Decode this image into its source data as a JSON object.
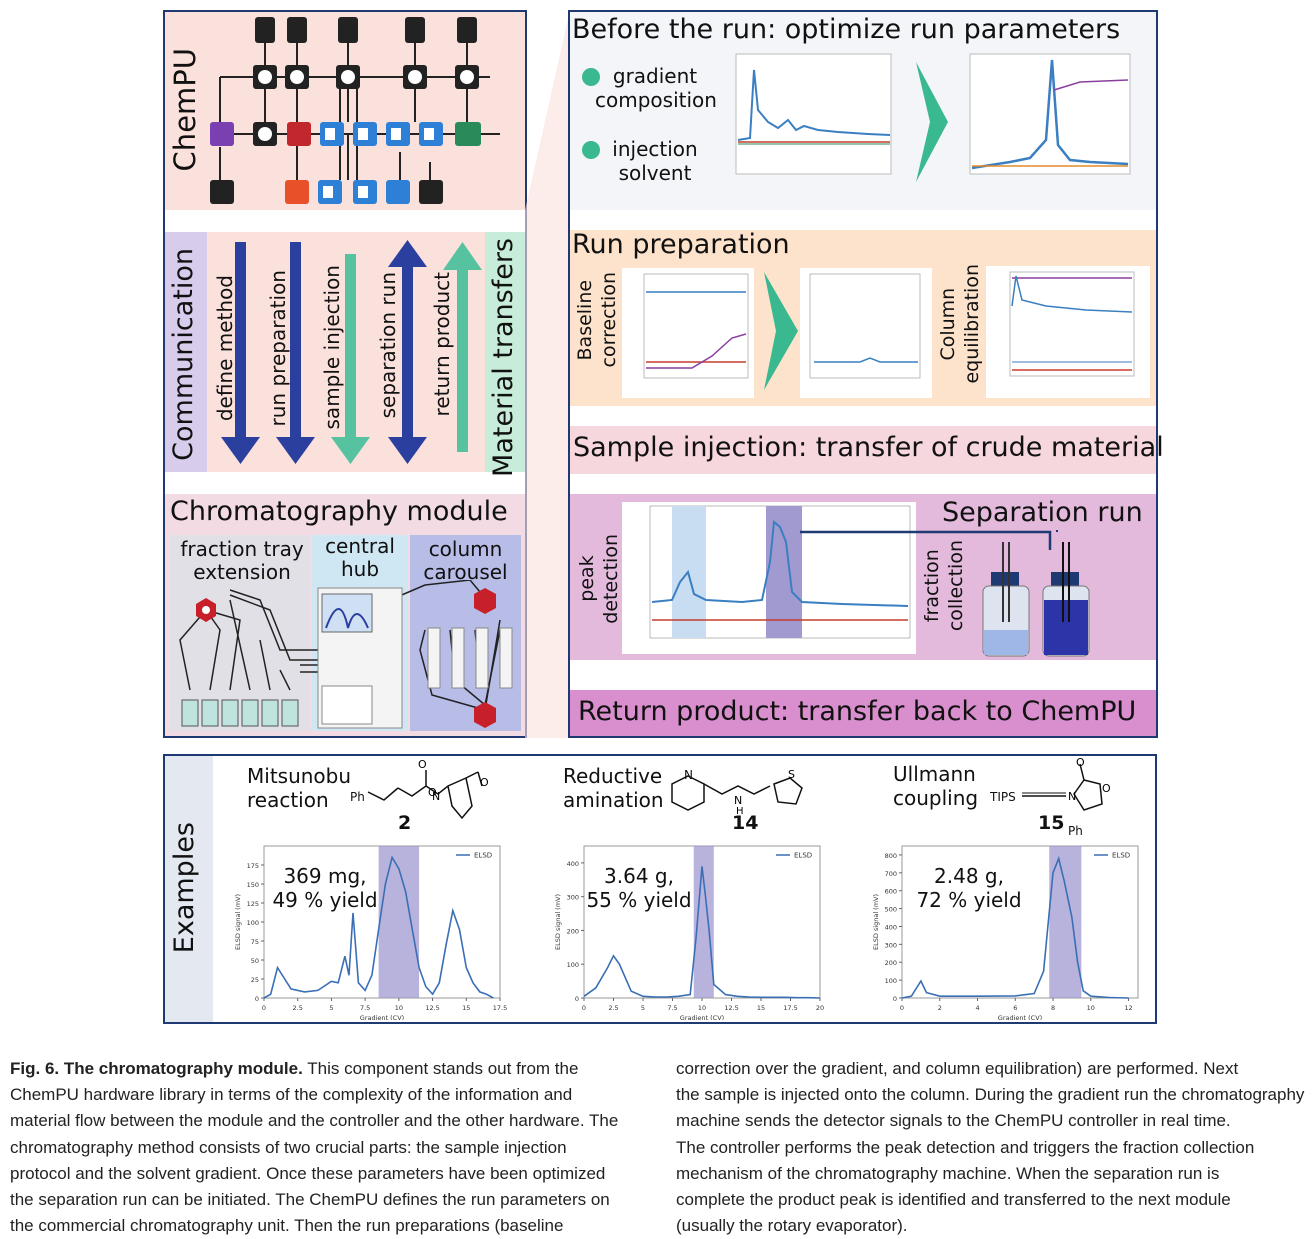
{
  "chempu": {
    "title": "ChemPU"
  },
  "communication": {
    "title": "Communication",
    "steps": [
      "define method",
      "run preparation",
      "sample injection",
      "separation run",
      "return product"
    ]
  },
  "material_transfers": {
    "title": "Material transfers"
  },
  "module": {
    "title": "Chromatography module",
    "fraction_tray": "fraction tray\nextension",
    "central_hub": "central\nhub",
    "column_carousel": "column\ncarousel"
  },
  "before_run": {
    "title": "Before the run: optimize run parameters",
    "bullets": [
      "gradient\ncomposition",
      "injection\nsolvent"
    ]
  },
  "run_prep": {
    "title": "Run preparation",
    "baseline": "Baseline\ncorrection",
    "column_eq": "Column\nequilibration"
  },
  "sample_injection": {
    "title": "Sample injection: transfer of crude material"
  },
  "separation": {
    "title": "Separation run",
    "peak_detection": "peak\ndetection",
    "fraction_collection": "fraction\ncollection"
  },
  "return_product": {
    "title": "Return product: transfer back to ChemPU"
  },
  "examples": {
    "title": "Examples",
    "items": [
      {
        "reaction": "Mitsunobu\nreaction",
        "compound": "2",
        "yield": "369 mg,\n49 % yield",
        "chem_label": "Ph"
      },
      {
        "reaction": "Reductive\namination",
        "compound": "14",
        "yield": "3.64 g,\n55 % yield",
        "chem_label": "N"
      },
      {
        "reaction": "Ullmann\ncoupling",
        "compound": "15",
        "yield": "2.48 g,\n72 % yield",
        "chem_label": "TIPS",
        "chem_label2": "Ph"
      }
    ],
    "legend": "ELSD",
    "xlabel": "Gradient (CV)",
    "ylabel": "ELSD signal (mV)"
  },
  "chart_data": [
    {
      "type": "line",
      "title": "",
      "series": [
        {
          "name": "ELSD",
          "x": [
            0,
            0.5,
            1,
            2,
            3,
            4,
            5,
            5.5,
            6,
            6.3,
            6.6,
            7,
            7.5,
            8,
            8.5,
            9,
            9.5,
            10,
            10.5,
            11,
            11.5,
            12,
            12.5,
            13,
            13.5,
            14,
            14.5,
            15,
            15.5,
            16,
            16.5,
            17
          ],
          "y": [
            0,
            5,
            40,
            12,
            8,
            10,
            22,
            20,
            55,
            30,
            112,
            20,
            10,
            30,
            90,
            150,
            185,
            170,
            140,
            90,
            40,
            15,
            5,
            20,
            70,
            115,
            90,
            40,
            20,
            8,
            5,
            0
          ]
        }
      ],
      "xlabel": "Gradient (CV)",
      "ylabel": "ELSD signal (mV)",
      "xlim": [
        0,
        17.5
      ],
      "ylim": [
        0,
        200
      ],
      "xticks": [
        0,
        2.5,
        5,
        7.5,
        10,
        12.5,
        15,
        17.5
      ],
      "yticks": [
        0,
        25,
        50,
        75,
        100,
        125,
        150,
        175
      ],
      "highlight": [
        8.5,
        11.5
      ]
    },
    {
      "type": "line",
      "title": "",
      "series": [
        {
          "name": "ELSD",
          "x": [
            0,
            1,
            2,
            2.5,
            3,
            3.5,
            4,
            5,
            6,
            7,
            8,
            9,
            9.5,
            10,
            10.3,
            10.6,
            11,
            12,
            13,
            14,
            15,
            16,
            17,
            18,
            19,
            20
          ],
          "y": [
            5,
            30,
            90,
            125,
            100,
            60,
            20,
            5,
            3,
            3,
            5,
            10,
            180,
            390,
            300,
            200,
            40,
            10,
            5,
            3,
            2,
            2,
            2,
            1,
            1,
            0
          ]
        }
      ],
      "xlabel": "Gradient (CV)",
      "ylabel": "ELSD signal (mV)",
      "xlim": [
        0,
        20
      ],
      "ylim": [
        0,
        450
      ],
      "xticks": [
        0,
        2.5,
        5,
        7.5,
        10,
        12.5,
        15,
        17.5,
        20
      ],
      "yticks": [
        0,
        100,
        200,
        300,
        400
      ],
      "highlight": [
        9.3,
        11
      ]
    },
    {
      "type": "line",
      "title": "",
      "series": [
        {
          "name": "ELSD",
          "x": [
            0,
            0.5,
            1,
            1.3,
            2,
            4,
            6,
            7,
            7.5,
            8,
            8.3,
            8.6,
            9,
            9.3,
            9.6,
            10,
            11,
            12
          ],
          "y": [
            0,
            10,
            95,
            30,
            10,
            10,
            12,
            25,
            150,
            700,
            780,
            650,
            450,
            200,
            40,
            10,
            3,
            0
          ]
        }
      ],
      "xlabel": "Gradient (CV)",
      "ylabel": "ELSD signal (mV)",
      "xlim": [
        0,
        12.5
      ],
      "ylim": [
        0,
        850
      ],
      "xticks": [
        0,
        2,
        4,
        6,
        8,
        10,
        12
      ],
      "yticks": [
        0,
        100,
        200,
        300,
        400,
        500,
        600,
        700,
        800
      ],
      "highlight": [
        7.8,
        9.5
      ]
    }
  ],
  "caption": {
    "fig_label": "Fig. 6. The chromatography module.",
    "col1": [
      " This component stands out from the",
      "ChemPU hardware library in terms of the complexity of the information and",
      "material flow between the module and the controller and the other hardware. The",
      "chromatography method consists of two crucial parts: the sample injection",
      "protocol and the solvent gradient. Once these parameters have been optimized",
      "the separation run can be initiated. The ChemPU defines the run parameters on",
      "the commercial chromatography unit. Then the run preparations (baseline"
    ],
    "col2": [
      "correction over the gradient, and column equilibration) are performed. Next",
      "the sample is injected onto the column. During the gradient run the chromatography",
      "machine sends the detector signals to the ChemPU controller in real time.",
      "The controller performs the peak detection and triggers the fraction collection",
      "mechanism of the chromatography machine. When the separation run is",
      "complete the product peak is identified and transferred to the next module",
      "(usually the rotary evaporator)."
    ]
  },
  "colors": {
    "navy": "#1f3a73",
    "arrow_blue": "#2b3f9e",
    "arrow_green": "#56c2a0",
    "panel_pink": "#fbe1dc",
    "panel_orange": "#fde3cc",
    "panel_purple": "#e8bfe0",
    "panel_magenta": "#d98fcd",
    "highlight_purple": "#a09ad0"
  }
}
